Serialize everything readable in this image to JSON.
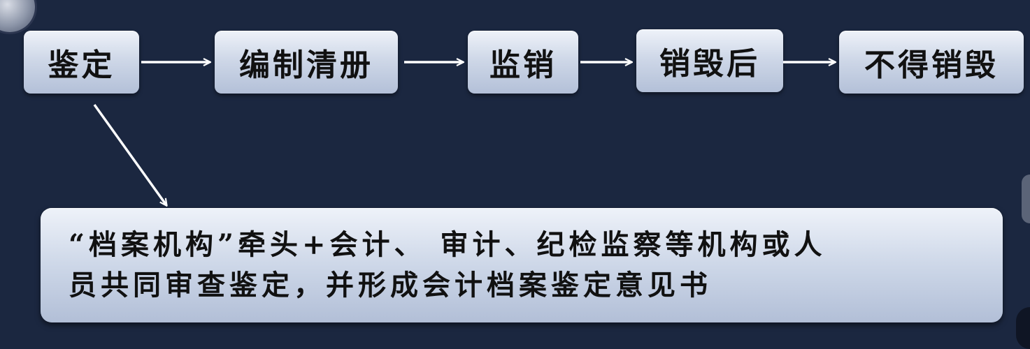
{
  "flow": {
    "steps": [
      "鉴定",
      "编制清册",
      "监销",
      "销毁后",
      "不得销毁"
    ]
  },
  "note": {
    "line1": "“档案机构”牵头+会计、 审计、纪检监察等机构或人",
    "line2": "员共同审查鉴定，并形成会计档案鉴定意见书"
  },
  "colors": {
    "background": "#1b2740",
    "box_fill": "#cfd8e8",
    "arrow": "#ffffff",
    "text": "#111111"
  }
}
